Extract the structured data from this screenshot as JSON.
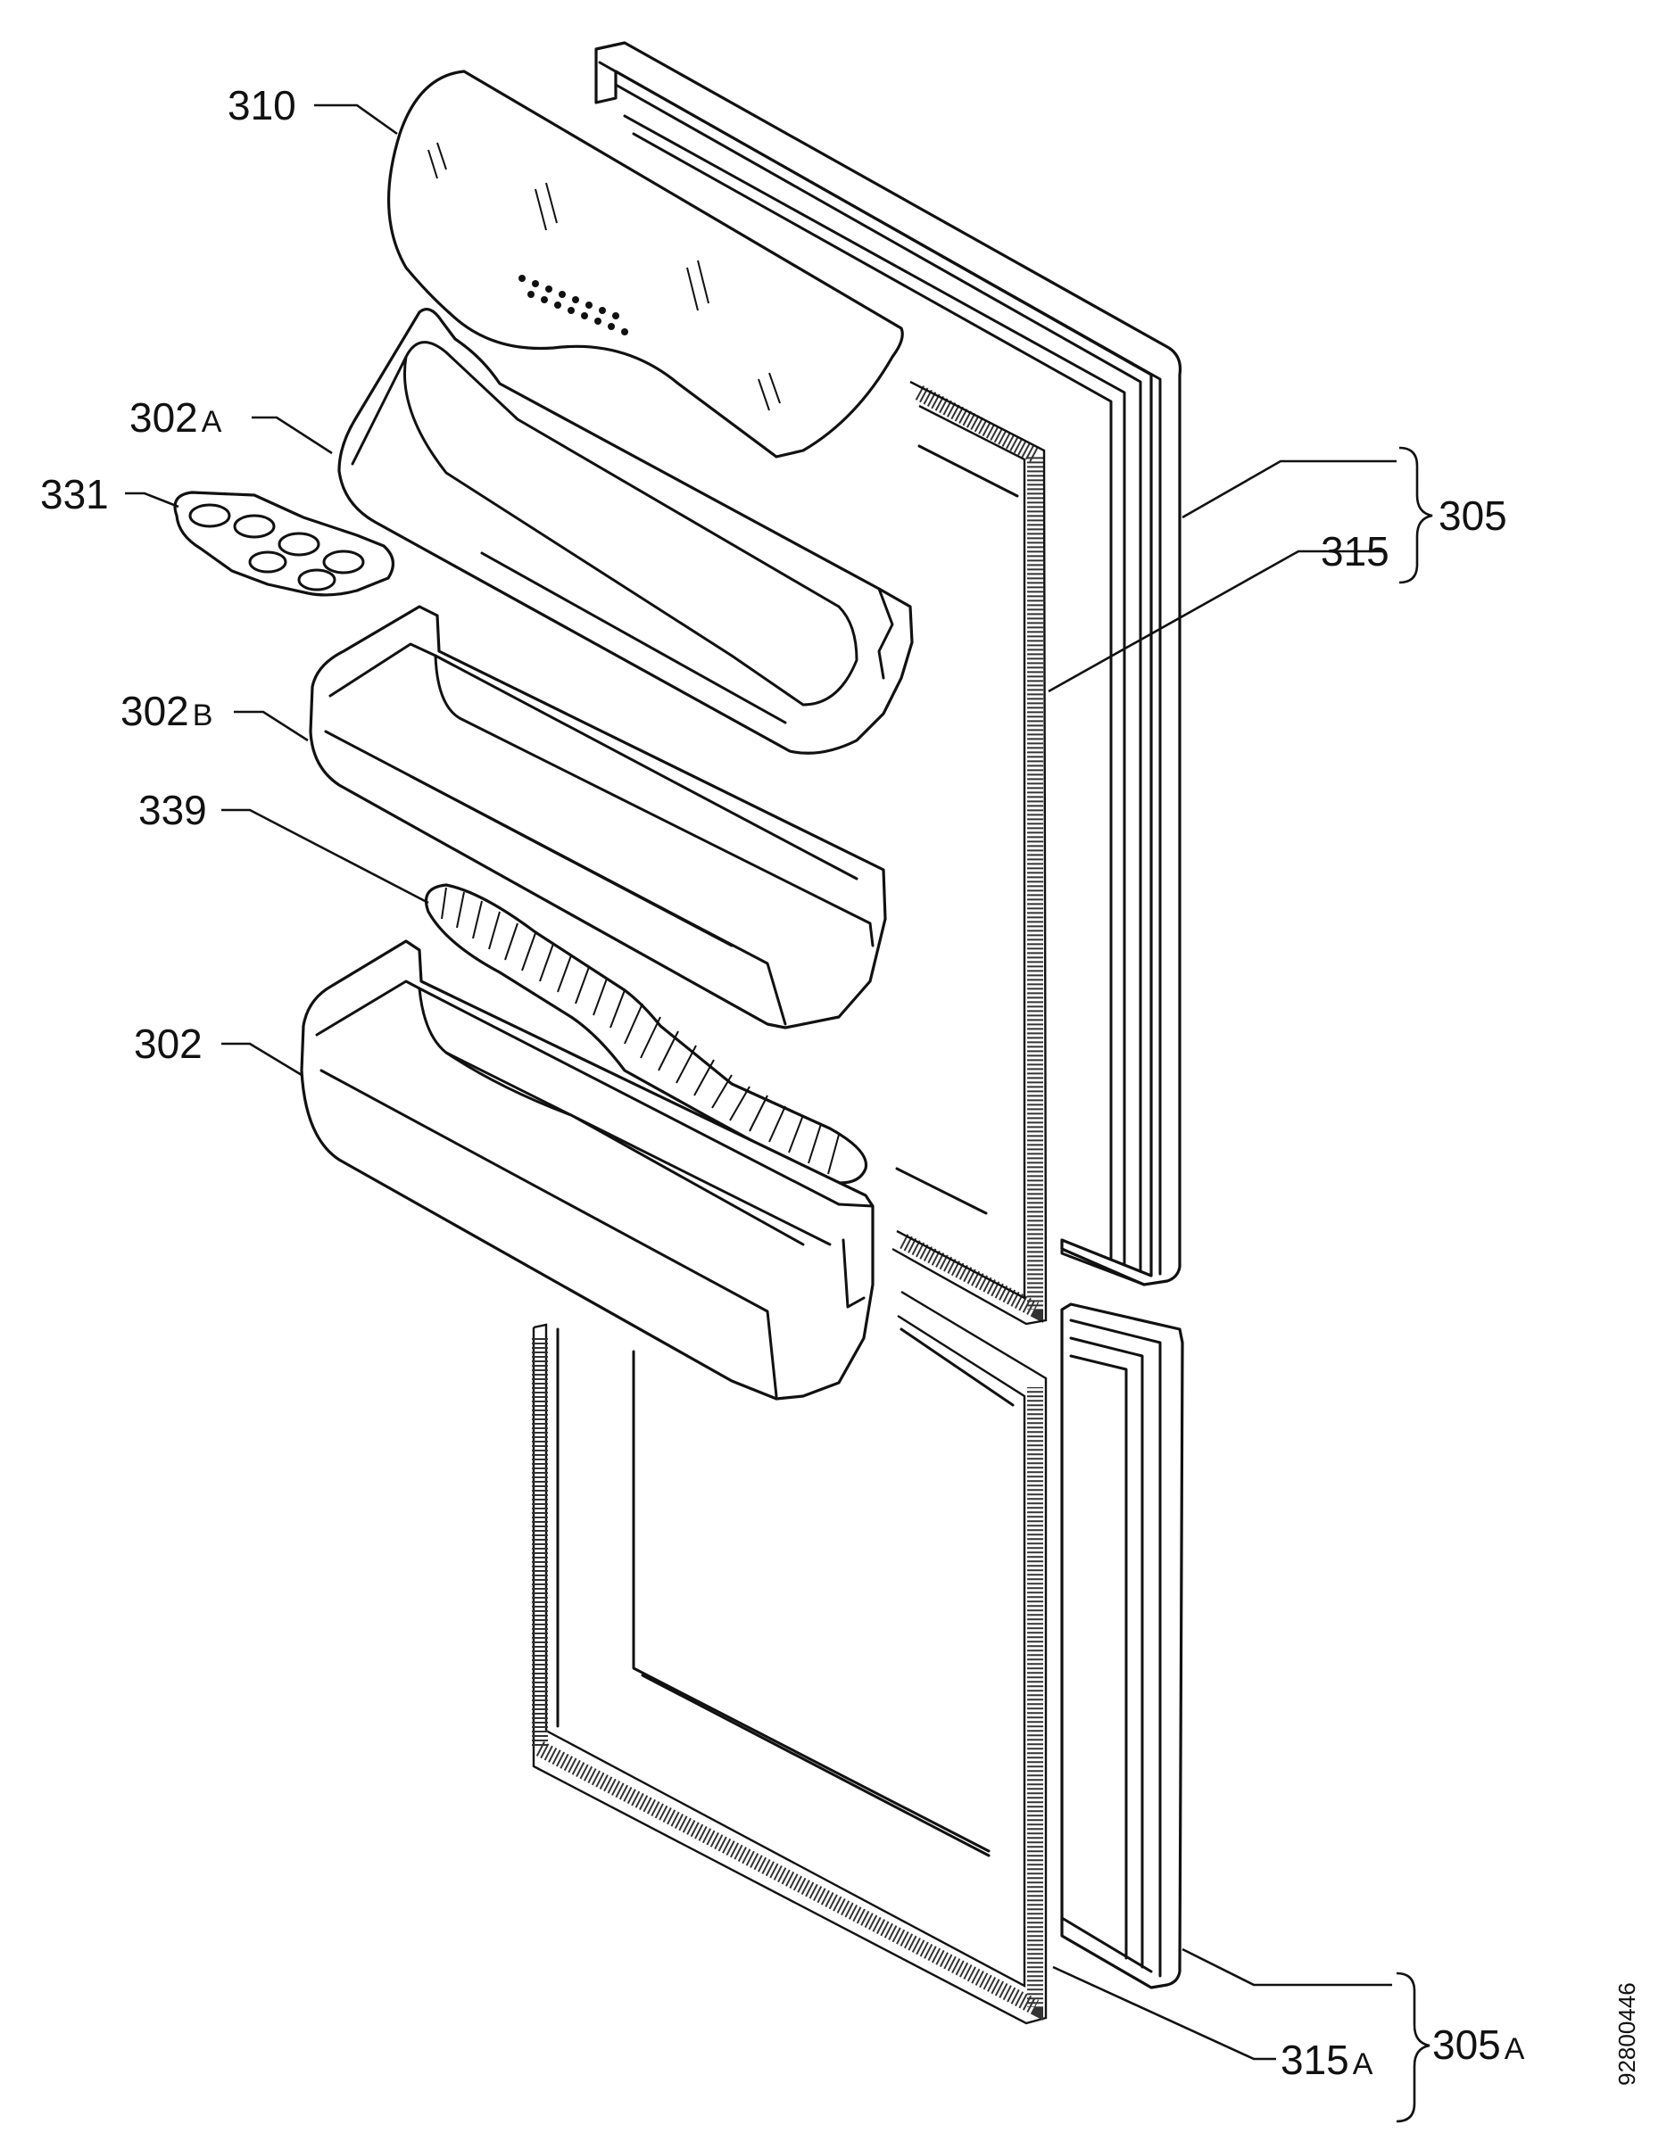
{
  "labels": {
    "p310": "310",
    "p302a_num": "302",
    "p302a_suffix": "A",
    "p331": "331",
    "p302b_num": "302",
    "p302b_suffix": "B",
    "p339": "339",
    "p302": "302",
    "p315": "315",
    "p305": "305",
    "p305a_num": "305",
    "p305a_suffix": "A",
    "p315a_num": "315",
    "p315a_suffix": "A",
    "drawing_no": "92800446"
  }
}
